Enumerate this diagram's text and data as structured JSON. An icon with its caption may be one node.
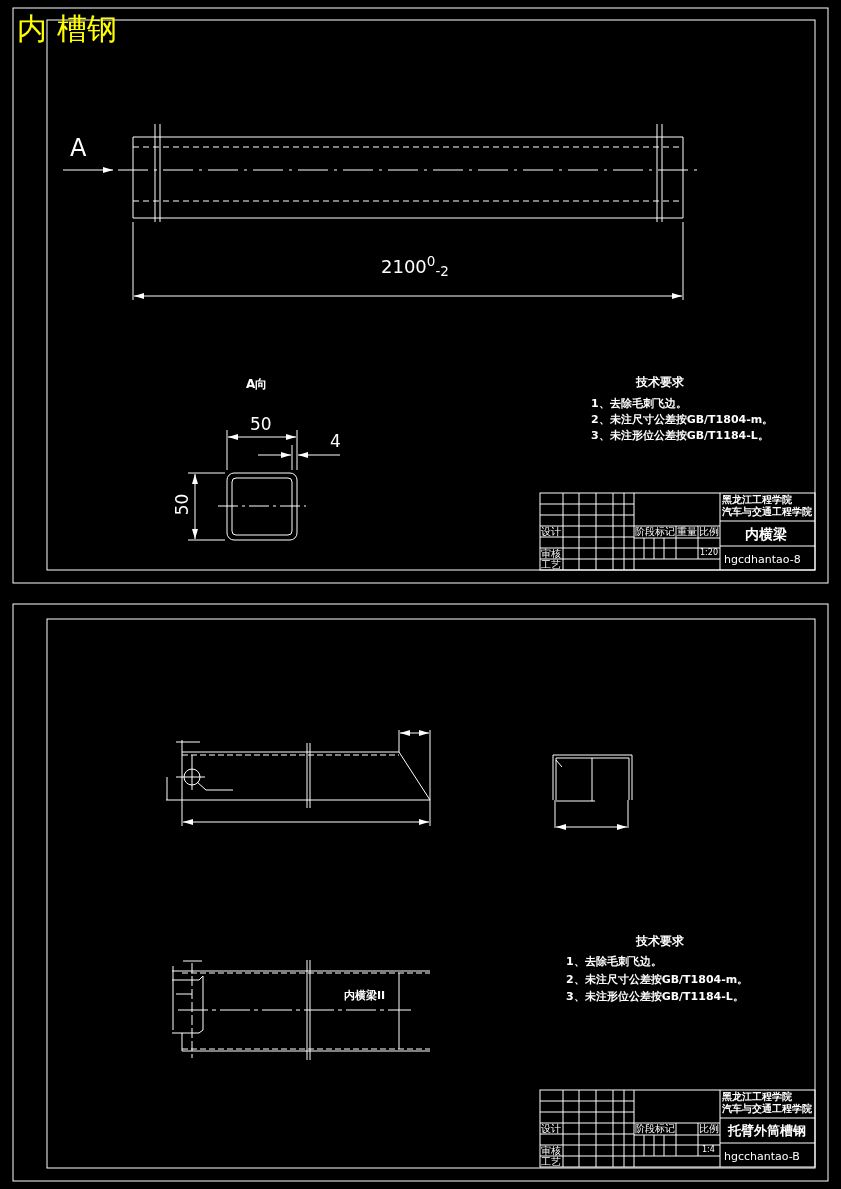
{
  "diagram": {
    "title": "内 槽钢",
    "labels": [
      "A",
      "2100$^{0}$$_{-2}$",
      "A向",
      "50",
      "4",
      "50",
      "技术要求",
      "1、去除毛刺飞边。",
      "2、未注尺寸公差按GB/T1804-m。",
      "3、未注形位公差按GB/T1184-L。",
      "黑龙江工程学院",
      "汽车与交通工程学院",
      "内横梁",
      "设计",
      "审核",
      "工艺",
      "阶段标记",
      "重量",
      "比例",
      "1:20",
      "hgcdhantao-8",
      "内横梁II",
      "技术要求",
      "1、去除毛刺飞边。",
      "2、未注尺寸公差按GB/T1804-m。",
      "3、未注形位公差按GB/T1184-L。",
      "黑龙江工程学院",
      "汽车与交通工程学院",
      "托臂外筒槽钢",
      "设计",
      "审核",
      "工艺",
      "阶段标记",
      "比例",
      "1:4",
      "hgcchantao-B"
    ]
  }
}
